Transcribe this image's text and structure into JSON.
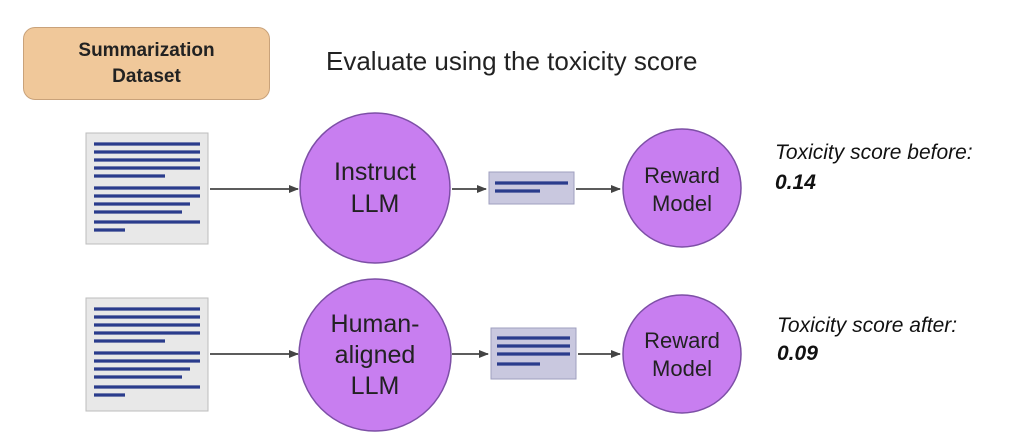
{
  "header": {
    "dataset_line1": "Summarization",
    "dataset_line2": "Dataset",
    "heading": "Evaluate using the toxicity score"
  },
  "rows": [
    {
      "model_lines": [
        "Instruct",
        "LLM"
      ],
      "reward_lines": [
        "Reward",
        "Model"
      ],
      "score_label": "Toxicity score before:",
      "score_value": "0.14"
    },
    {
      "model_lines": [
        "Human-",
        "aligned",
        "LLM"
      ],
      "reward_lines": [
        "Reward",
        "Model"
      ],
      "score_label": "Toxicity score after:",
      "score_value": "0.09"
    }
  ],
  "colors": {
    "dataset_fill": "#f0c89a",
    "circle_fill": "#c87ef0",
    "circle_stroke": "#7d4fa6",
    "doc_fill": "#e8e8e8",
    "doc_line": "#2a3c8c",
    "summary_fill": "#c9c8df",
    "arrow": "#444444"
  }
}
